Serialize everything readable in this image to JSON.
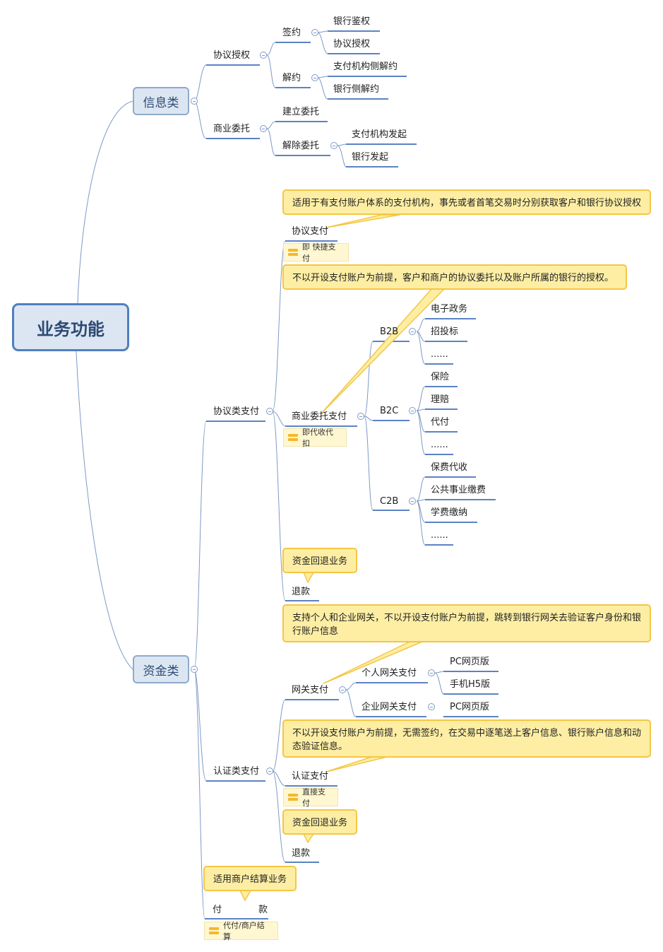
{
  "root": "业务功能",
  "info": {
    "title": "信息类",
    "xieyi_shouquan": "协议授权",
    "qianyue": "签约",
    "yinhang_jianquan": "银行鉴权",
    "xieyi_shouquan2": "协议授权",
    "jieyue": "解约",
    "zhifujigou_jieyue": "支付机构侧解约",
    "yinhang_jieyue": "银行侧解约",
    "shangye_weituo": "商业委托",
    "jianli_weituo": "建立委托",
    "jiechu_weituo": "解除委托",
    "zhifujigou_faqi": "支付机构发起",
    "yinhang_faqi": "银行发起"
  },
  "fund": {
    "title": "资金类",
    "xieyi_lei": "协议类支付",
    "note1": "适用于有支付账户体系的支付机构，事先或者首笔交易时分别获取客户和银行协议授权",
    "xieyi_zhifu": "协议支付",
    "tag_kuaijie": "即 快捷支付",
    "note2": "不以开设支付账户为前提，客户和商户的协议委托以及账户所属的银行的授权。",
    "shangye_weituo_zhifu": "商业委托支付",
    "tag_daishou": "即代收代扣",
    "b2b": "B2B",
    "dianzi_zhengwu": "电子政务",
    "zhaotoubiao": "招投标",
    "b2b_more": "......",
    "b2c": "B2C",
    "baoxian": "保险",
    "lipei": "理赔",
    "daifu": "代付",
    "b2c_more": "......",
    "c2b": "C2B",
    "baofei_daishou": "保费代收",
    "gonggong_jiaofei": "公共事业缴费",
    "xuefei_jiaona": "学费缴纳",
    "c2b_more": "......",
    "note_huitui1": "资金回退业务",
    "tuikuan1": "退款",
    "renzheng_lei": "认证类支付",
    "note3": "支持个人和企业网关，不以开设支付账户为前提，跳转到银行网关去验证客户身份和银行账户信息",
    "wangguan_zhifu": "网关支付",
    "geren_wangguan": "个人网关支付",
    "pc_web1": "PC网页版",
    "h5": "手机H5版",
    "qiye_wangguan": "企业网关支付",
    "pc_web2": "PC网页版",
    "note4": "不以开设支付账户为前提，无需签约，在交易中逐笔送上客户信息、银行账户信息和动态验证信息。",
    "renzheng_zhifu": "认证支付",
    "tag_zhijie": "直接支付",
    "note_huitui2": "资金回退业务",
    "tuikuan2": "退款",
    "note5": "适用商户结算业务",
    "fukuan": "付　　　　款",
    "tag_daifu": "代付/商户结算"
  }
}
